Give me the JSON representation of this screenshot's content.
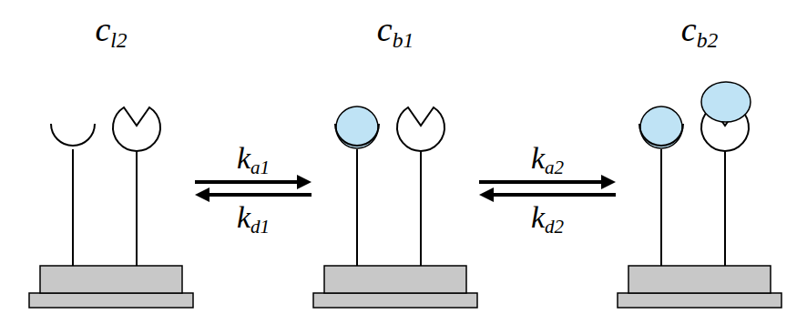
{
  "diagram": {
    "nodes": [
      {
        "text": [
          "cl2"
        ]
      },
      {
        "text": [
          "cb1"
        ]
      },
      {
        "text": [
          "cb2"
        ]
      }
    ],
    "edges": [
      {
        "from": 0,
        "to": 1,
        "arrow": "to",
        "label": "ka1"
      },
      {
        "from": 1,
        "to": 0,
        "arrow": "to",
        "label": "kd1"
      },
      {
        "from": 1,
        "to": 2,
        "arrow": "to",
        "label": "ka2"
      },
      {
        "from": 2,
        "to": 1,
        "arrow": "to",
        "label": "kd2"
      }
    ]
  }
}
